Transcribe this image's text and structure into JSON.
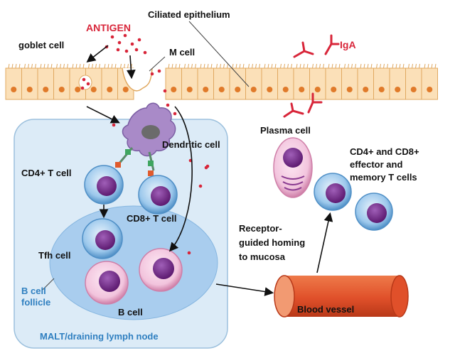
{
  "labels": {
    "antigen": "ANTIGEN",
    "ciliated_epithelium": "Ciliated epithelium",
    "goblet_cell": "goblet cell",
    "m_cell": "M cell",
    "iga": "IgA",
    "dendritic_cell": "Dendritic cell",
    "plasma_cell": "Plasma cell",
    "cd4_t_cell": "CD4+ T cell",
    "cd8_t_cell": "CD8+ T cell",
    "tfh_cell": "Tfh cell",
    "b_cell": "B cell",
    "b_cell_follicle_line1": "B cell",
    "b_cell_follicle_line2": "follicle",
    "malt": "MALT/draining lymph node",
    "effector_line1": "CD4+ and CD8+",
    "effector_line2": "effector and",
    "effector_line3": "memory T cells",
    "homing_line1": "Receptor-",
    "homing_line2": "guided homing",
    "homing_line3": "to mucosa",
    "blood_vessel": "Blood vessel"
  },
  "colors": {
    "antigen": "#d8263a",
    "epithelium_fill": "#fbe0b8",
    "epithelium_stroke": "#e0a860",
    "nucleus": "#e07a2a",
    "lymph_node": "#dcebf7",
    "follicle": "#a9cdee",
    "t_cell": "#9cc8ec",
    "b_cell": "#f2c4dd",
    "cell_nucleus": "#7a2b8c",
    "dendritic": "#a98ac8",
    "blood_vessel": "#e05a2c",
    "blue_text": "#2f7fc0"
  }
}
